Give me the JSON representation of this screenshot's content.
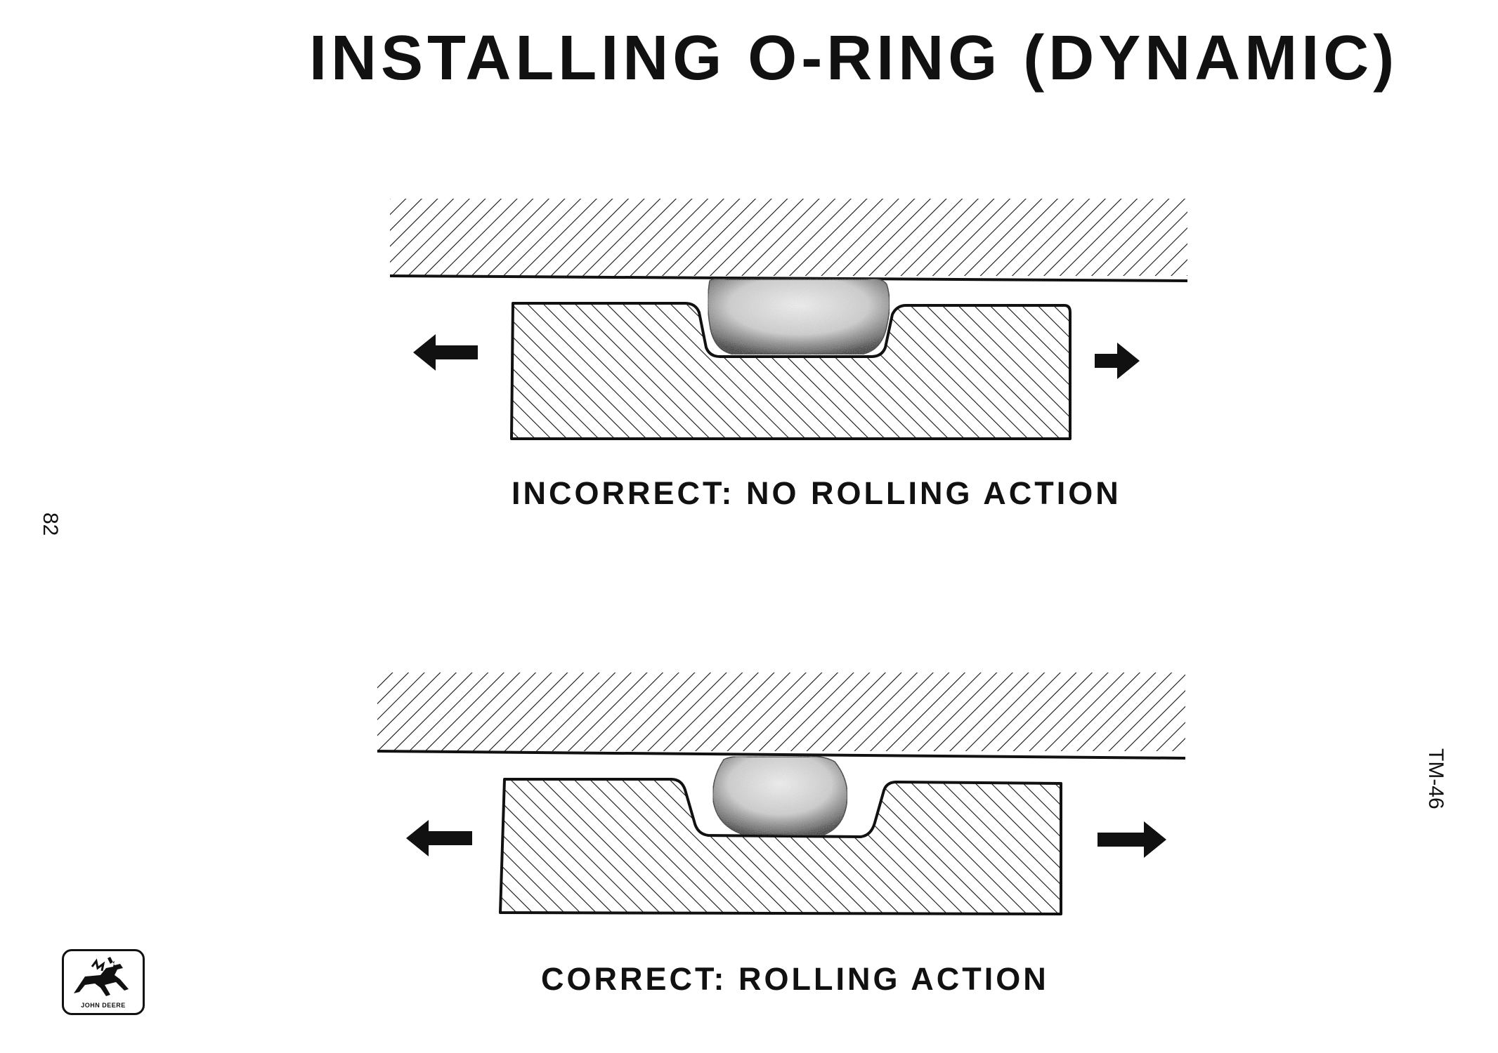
{
  "title": "INSTALLING O-RING (DYNAMIC)",
  "diagrams": [
    {
      "caption": "INCORRECT: NO ROLLING ACTION"
    },
    {
      "caption": "CORRECT: ROLLING ACTION"
    }
  ],
  "page_number": "82",
  "doc_code": "TM-46",
  "logo": {
    "text": "JOHN DEERE",
    "icon": "leaping-deer-icon"
  }
}
